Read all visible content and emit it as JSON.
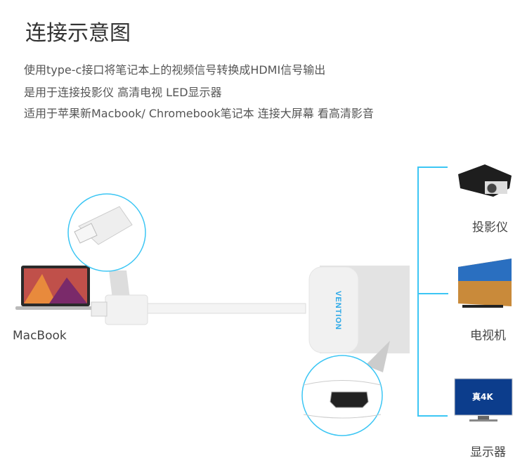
{
  "title": "连接示意图",
  "description": [
    "使用type-c接口将笔记本上的视频信号转换成HDMI信号输出",
    "是用于连接投影仪 高清电视 LED显示器",
    "适用于苹果新Macbook/ Chromebook笔记本 连接大屏幕 看高清影音"
  ],
  "source": {
    "label": "MacBook"
  },
  "adapter": {
    "brand": "VENTION"
  },
  "devices": [
    {
      "label": "投影仪"
    },
    {
      "label": "电视机"
    },
    {
      "label": "显示器"
    }
  ],
  "monitor_badge": "真4K",
  "colors": {
    "accent": "#3cc6f4",
    "brand": "#29a8e8"
  }
}
